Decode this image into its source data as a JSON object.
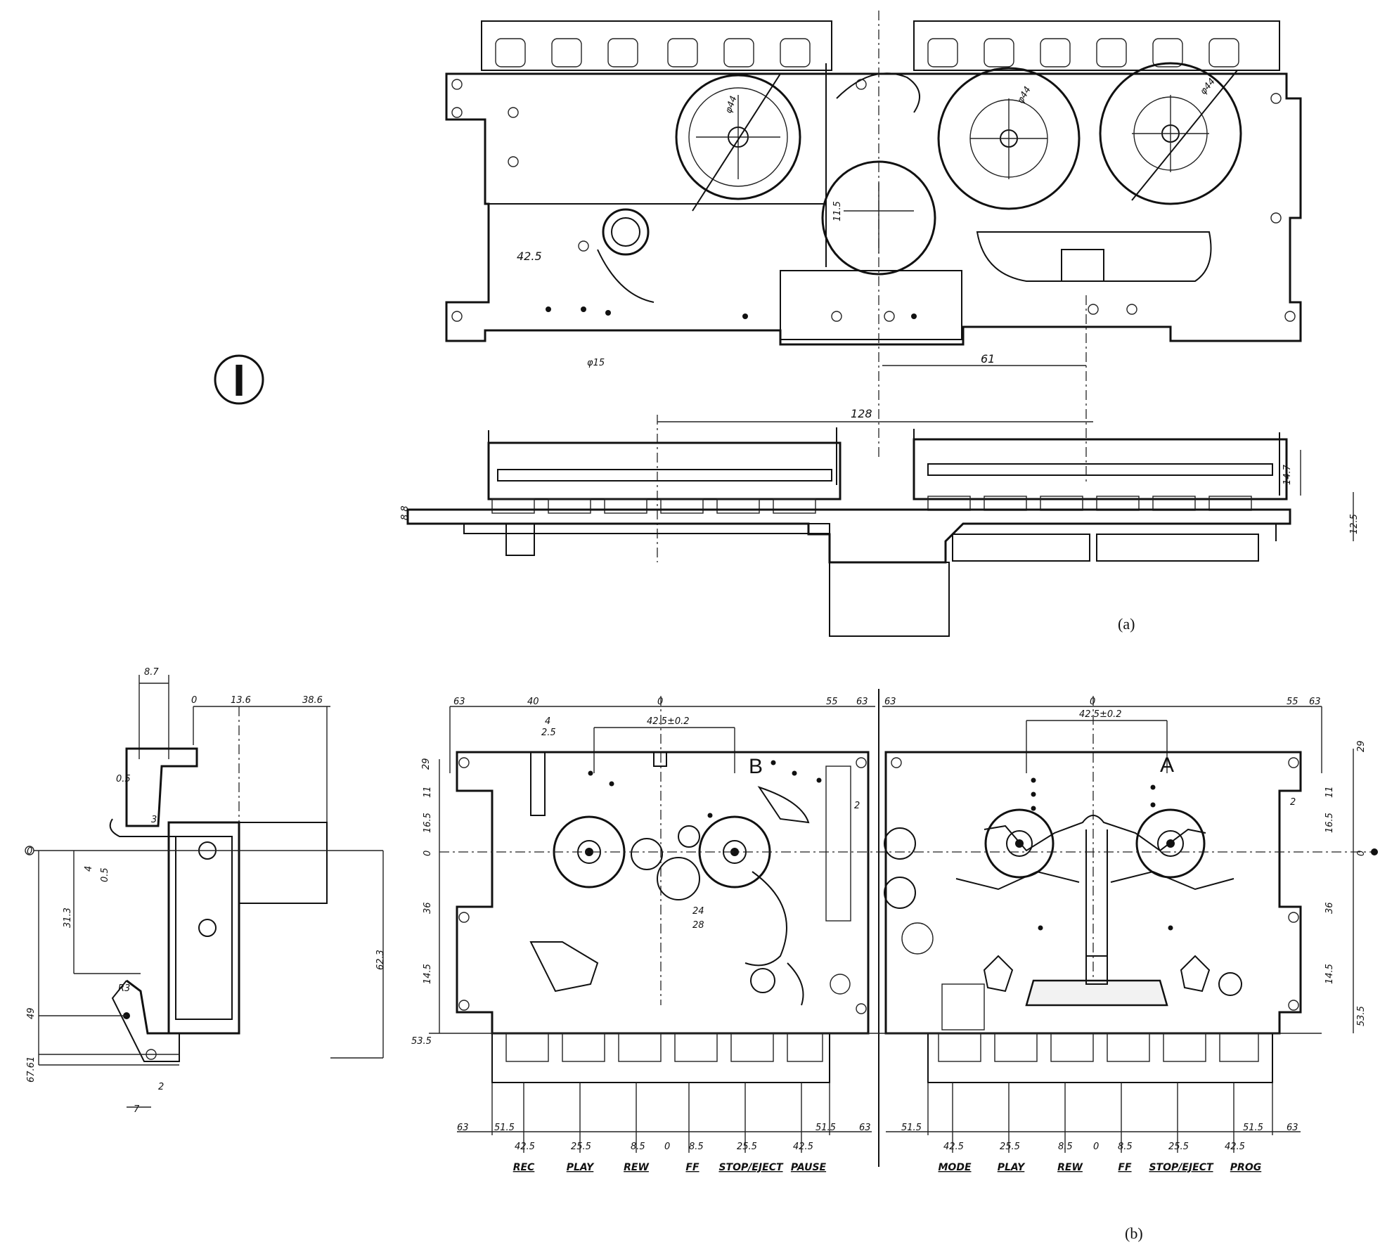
{
  "figure": {
    "section_mark": "I",
    "caption_a": "(a)",
    "caption_b": "(b)",
    "deck_a_letter": "A",
    "deck_b_letter": "B"
  },
  "top_view_dims": [
    "42.5",
    "φ44",
    "φ44",
    "φ44",
    "11.5",
    "61",
    "φ15",
    "128"
  ],
  "front_view_dims": [
    "8.8",
    "14.7",
    "12.5"
  ],
  "side_view_dims": [
    "8.7",
    "0",
    "13.6",
    "38.6",
    "0.5",
    "3",
    "4",
    "0.5",
    "31.3",
    "R3",
    "62.3",
    "49",
    "67.61",
    "2",
    "7",
    "0"
  ],
  "bottom_deck_b_dims": [
    "63",
    "40",
    "0",
    "42.5±0.2",
    "55",
    "63",
    "4",
    "2.5",
    "29",
    "11",
    "16.5",
    "0",
    "36",
    "14.5",
    "53.5",
    "2",
    "24",
    "28"
  ],
  "bottom_deck_a_dims": [
    "63",
    "0",
    "55",
    "63",
    "42.5±0.2",
    "2",
    "29",
    "11",
    "16.5",
    "0",
    "36",
    "14.5",
    "53.5"
  ],
  "bottom_scale_left": [
    "63",
    "51.5",
    "42.5",
    "25.5",
    "8.5",
    "0",
    "8.5",
    "25.5",
    "42.5",
    "51.5",
    "63"
  ],
  "bottom_scale_right": [
    "51.5",
    "42.5",
    "25.5",
    "8.5",
    "0",
    "8.5",
    "25.5",
    "42.5",
    "51.5",
    "63"
  ],
  "buttons_b": [
    "REC",
    "PLAY",
    "REW",
    "FF",
    "STOP/EJECT",
    "PAUSE"
  ],
  "buttons_a": [
    "MODE",
    "PLAY",
    "REW",
    "FF",
    "STOP/EJECT",
    "PROG"
  ]
}
